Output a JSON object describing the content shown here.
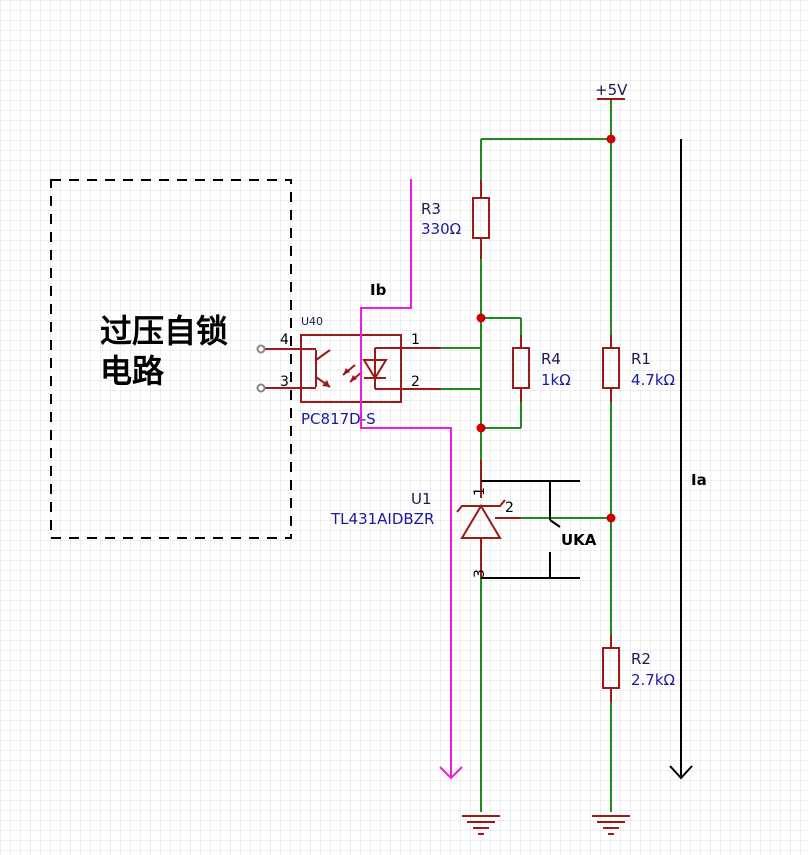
{
  "block": {
    "line1": "过压自锁",
    "line2": "电路"
  },
  "optocoupler": {
    "ref": "U40",
    "part": "PC817D-S",
    "pins": [
      "4",
      "3",
      "1",
      "2"
    ]
  },
  "supply": {
    "label": "+5V"
  },
  "r3": {
    "ref": "R3",
    "value": "330Ω"
  },
  "r4": {
    "ref": "R4",
    "value": "1kΩ"
  },
  "r1": {
    "ref": "R1",
    "value": "4.7kΩ"
  },
  "r2": {
    "ref": "R2",
    "value": "2.7kΩ"
  },
  "u1": {
    "ref": "U1",
    "part": "TL431AIDBZR",
    "pins": [
      "1",
      "2",
      "3"
    ]
  },
  "annotations": {
    "ib": "Ib",
    "ia": "Ia",
    "uka": "UKA"
  },
  "colors": {
    "wire": "#1f8a1f",
    "component": "#9a1a1a",
    "current_path": "#ee1cdd",
    "junction": "#cc0000",
    "label": "#1a1aa0"
  }
}
